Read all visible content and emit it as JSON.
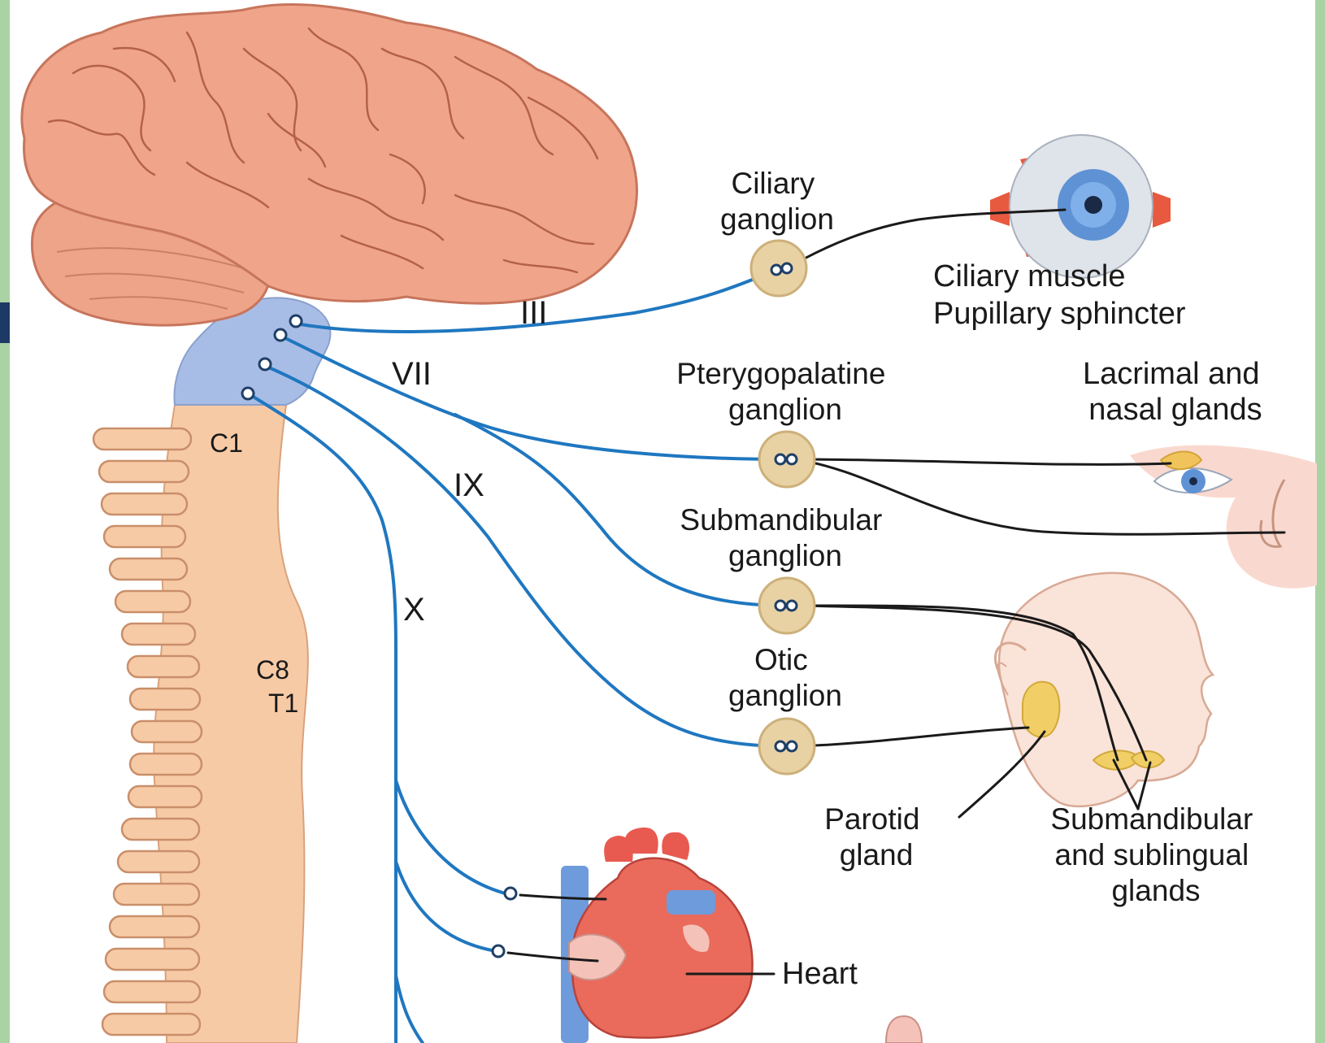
{
  "colors": {
    "frame_green": "#a9d3a3",
    "frame_navy": "#1d3a66",
    "preganglionic_nerve": "#1f77c0",
    "postganglionic_fiber": "#1a1a1a",
    "brain": "#f0a58b",
    "brainstem": "#a8bde6",
    "spinal_cord": "#f7caa6",
    "ganglion": "#e8d2a4"
  },
  "nerves": {
    "iii": "III",
    "vii": "VII",
    "ix": "IX",
    "x": "X"
  },
  "spinal_levels": {
    "c1": "C1",
    "c8": "C8",
    "t1": "T1"
  },
  "ganglia": {
    "ciliary": [
      "Ciliary",
      "ganglion"
    ],
    "pterygopalatine": [
      "Pterygopalatine",
      "ganglion"
    ],
    "submandibular": [
      "Submandibular",
      "ganglion"
    ],
    "otic": [
      "Otic",
      "ganglion"
    ]
  },
  "targets": {
    "eye": [
      "Ciliary muscle",
      "Pupillary sphincter"
    ],
    "lacrimal": [
      "Lacrimal and",
      "nasal glands"
    ],
    "parotid": [
      "Parotid",
      "gland"
    ],
    "submandibular_sublingual": [
      "Submandibular",
      "and sublingual",
      "glands"
    ],
    "heart": "Heart"
  }
}
